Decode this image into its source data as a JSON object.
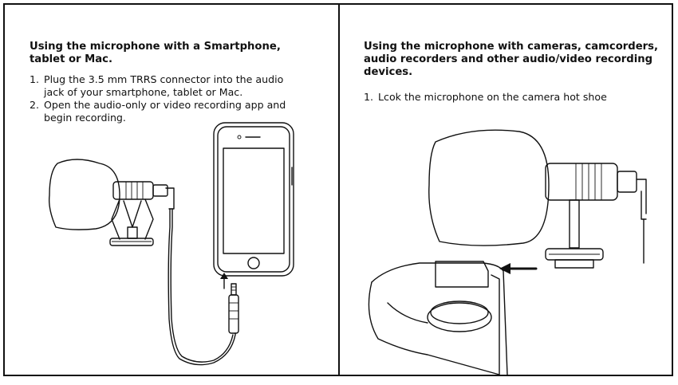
{
  "left_panel": {
    "heading": "Using the microphone with a Smartphone, tablet or Mac.",
    "steps": [
      {
        "number": "1.",
        "text": "Plug the 3.5 mm TRRS connector into the audio jack of your smartphone, tablet or Mac."
      },
      {
        "number": "2.",
        "text": "Open the audio-only or video recording app and begin recording."
      }
    ]
  },
  "right_panel": {
    "heading": "Using the microphone with cameras, camcorders, audio recorders and other audio/video recording devices.",
    "steps": [
      {
        "number": "1.",
        "text": "Lcok the microphone on the camera hot shoe"
      }
    ]
  },
  "icons": {
    "left_illustration": "microphone-smartphone-illustration",
    "right_illustration": "microphone-camera-hotshoe-illustration"
  }
}
